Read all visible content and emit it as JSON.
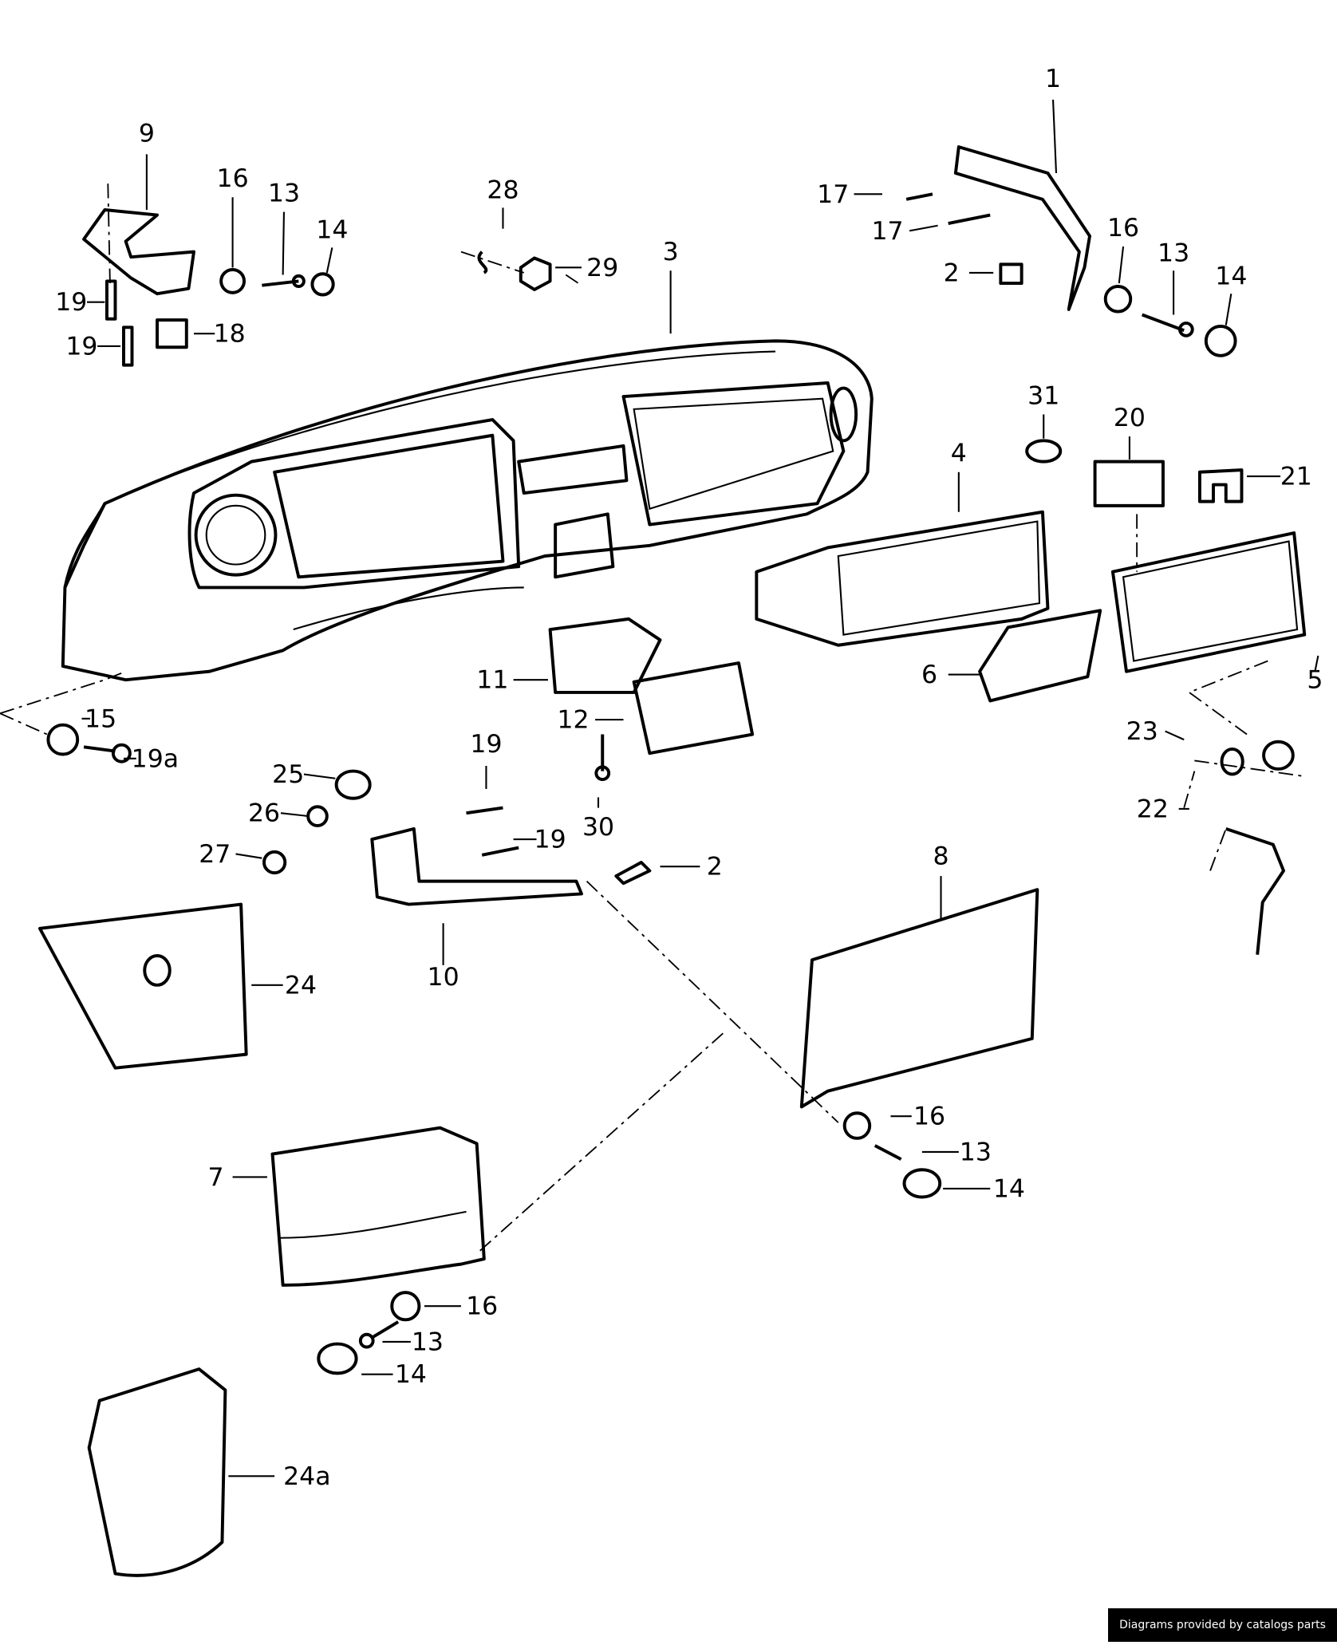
{
  "diagram": {
    "callouts": [
      {
        "label": "1"
      },
      {
        "label": "17"
      },
      {
        "label": "17"
      },
      {
        "label": "2"
      },
      {
        "label": "16"
      },
      {
        "label": "13"
      },
      {
        "label": "14"
      },
      {
        "label": "9"
      },
      {
        "label": "16"
      },
      {
        "label": "13"
      },
      {
        "label": "14"
      },
      {
        "label": "19"
      },
      {
        "label": "19"
      },
      {
        "label": "18"
      },
      {
        "label": "28"
      },
      {
        "label": "29"
      },
      {
        "label": "3"
      },
      {
        "label": "31"
      },
      {
        "label": "20"
      },
      {
        "label": "4"
      },
      {
        "label": "21"
      },
      {
        "label": "11"
      },
      {
        "label": "12"
      },
      {
        "label": "6"
      },
      {
        "label": "5"
      },
      {
        "label": "15"
      },
      {
        "label": "19a"
      },
      {
        "label": "23"
      },
      {
        "label": "22"
      },
      {
        "label": "19"
      },
      {
        "label": "25"
      },
      {
        "label": "26"
      },
      {
        "label": "27"
      },
      {
        "label": "19"
      },
      {
        "label": "2"
      },
      {
        "label": "30"
      },
      {
        "label": "8"
      },
      {
        "label": "24"
      },
      {
        "label": "10"
      },
      {
        "label": "16"
      },
      {
        "label": "13"
      },
      {
        "label": "14"
      },
      {
        "label": "7"
      },
      {
        "label": "16"
      },
      {
        "label": "13"
      },
      {
        "label": "14"
      },
      {
        "label": "24a"
      }
    ]
  },
  "credit": "Diagrams provided by catalogs parts"
}
